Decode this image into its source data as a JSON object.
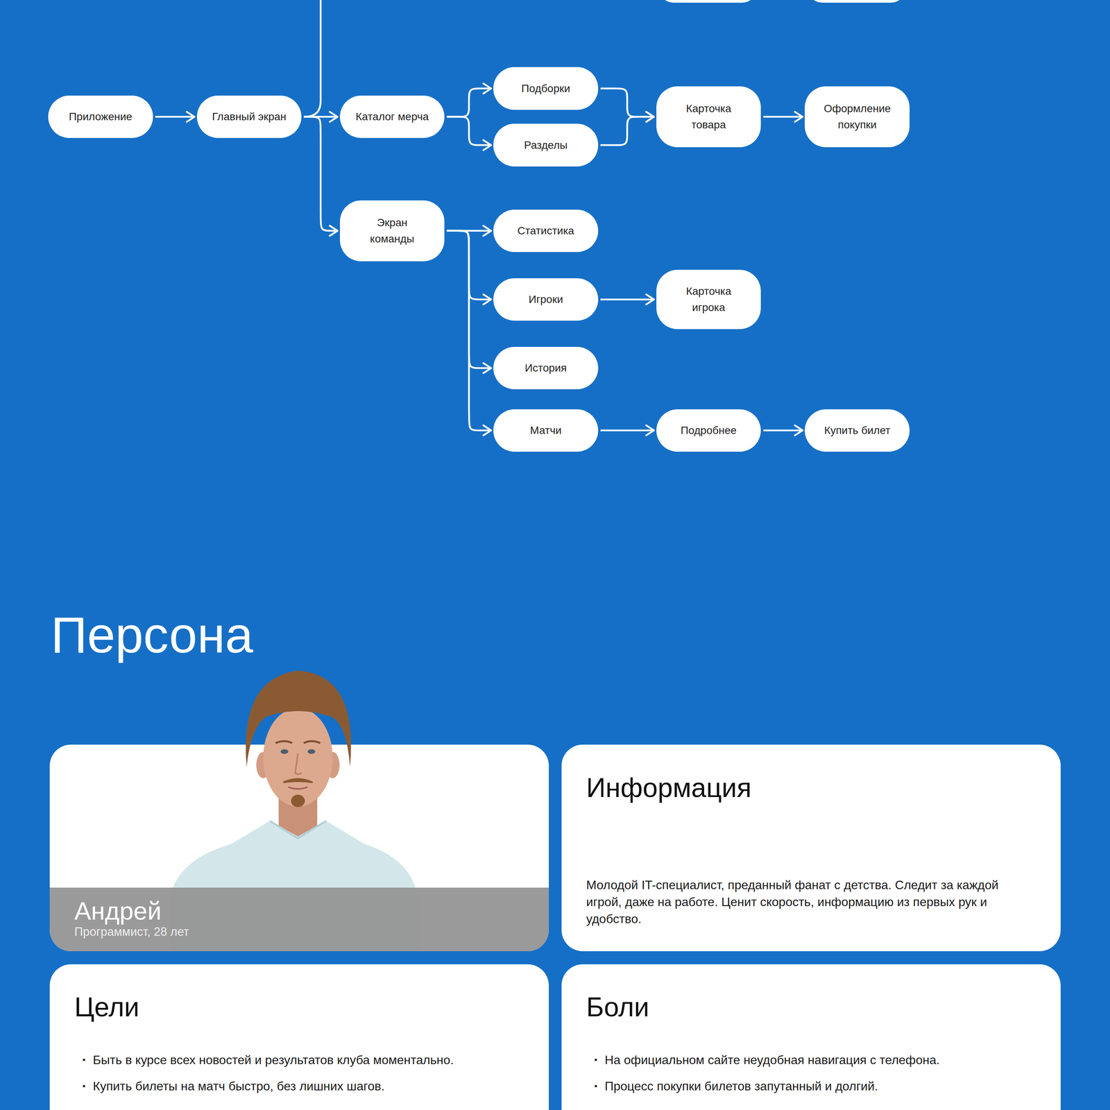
{
  "diagram": {
    "nodes": [
      {
        "text": [
          "Приложение"
        ]
      },
      {
        "text": [
          "Главный экран"
        ]
      },
      {
        "text": [
          "Каталог мерча"
        ]
      },
      {
        "text": [
          "Подборки"
        ]
      },
      {
        "text": [
          "Разделы"
        ]
      },
      {
        "text": [
          "Карточка товара"
        ]
      },
      {
        "text": [
          "Оформление покупки"
        ]
      },
      {
        "text": [
          "Экран команды"
        ]
      },
      {
        "text": [
          "Статистика"
        ]
      },
      {
        "text": [
          "Игроки"
        ]
      },
      {
        "text": [
          "Карточка игрока"
        ]
      },
      {
        "text": [
          "История"
        ]
      },
      {
        "text": [
          "Матчи"
        ]
      },
      {
        "text": [
          "Подробнее"
        ]
      },
      {
        "text": [
          "Купить билет"
        ]
      },
      {
        "text": [
          "Андрей",
          "Программист, 28 лет"
        ]
      },
      {
        "text": [
          "Информация",
          "Молодой IT-специалист, преданный фанат с детства. Следит за каждой игрой, даже на работе. Ценит скорость, информацию из первых рук и удобство."
        ]
      },
      {
        "text": [
          "Цели",
          "Быть в курсе всех новостей и результатов клуба моментально.",
          "Купить билеты на матч быстро, без лишних шагов."
        ]
      },
      {
        "text": [
          "Боли",
          "На официальном сайте неудобная навигация с телефона.",
          "Процесс покупки билетов запутанный и долгий."
        ]
      }
    ],
    "edges": [
      {
        "from": 0,
        "to": 1,
        "arrow": "to"
      },
      {
        "from": 1,
        "to": 2,
        "arrow": "to"
      },
      {
        "from": 1,
        "to": 7,
        "arrow": "to"
      },
      {
        "from": 2,
        "to": 3,
        "arrow": "to"
      },
      {
        "from": 2,
        "to": 4,
        "arrow": "to"
      },
      {
        "from": 3,
        "to": 5,
        "arrow": "to"
      },
      {
        "from": 4,
        "to": 5,
        "arrow": "to"
      },
      {
        "from": 5,
        "to": 6,
        "arrow": "to"
      },
      {
        "from": 7,
        "to": 8,
        "arrow": "to"
      },
      {
        "from": 7,
        "to": 9,
        "arrow": "to"
      },
      {
        "from": 7,
        "to": 11,
        "arrow": "to"
      },
      {
        "from": 7,
        "to": 12,
        "arrow": "to"
      },
      {
        "from": 9,
        "to": 10,
        "arrow": "to"
      },
      {
        "from": 12,
        "to": 13,
        "arrow": "to"
      },
      {
        "from": 13,
        "to": 14,
        "arrow": "to"
      }
    ],
    "labels": [
      "Персона"
    ]
  }
}
